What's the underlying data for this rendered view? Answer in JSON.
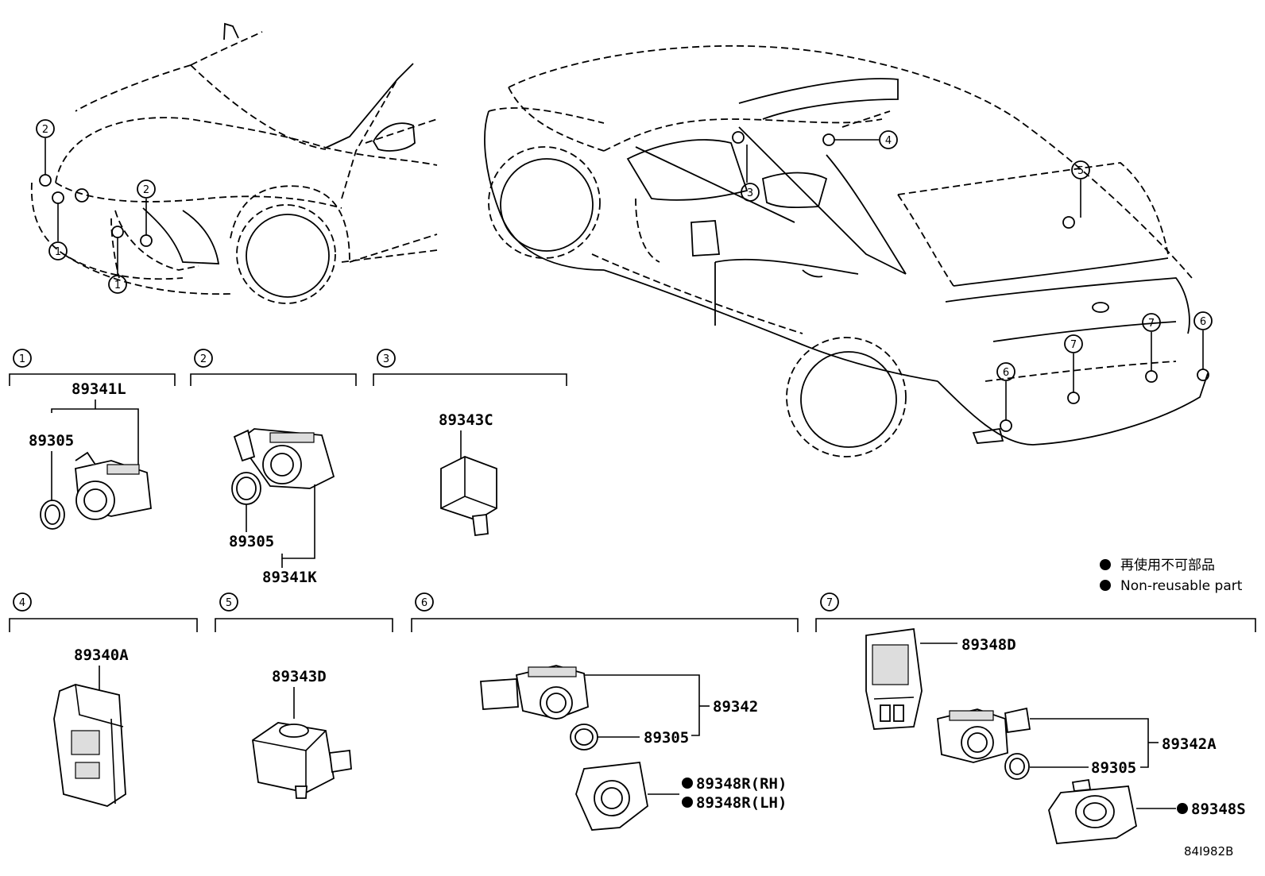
{
  "callouts": {
    "c1": "1",
    "c2": "2",
    "c3": "3",
    "c4": "4",
    "c5": "5",
    "c6": "6",
    "c7": "7"
  },
  "groups": {
    "g1": {
      "number": "1",
      "parts": [
        "89341L",
        "89305"
      ]
    },
    "g2": {
      "number": "2",
      "parts": [
        "89305",
        "89341K"
      ]
    },
    "g3": {
      "number": "3",
      "parts": [
        "89343C"
      ]
    },
    "g4": {
      "number": "4",
      "parts": [
        "89340A"
      ]
    },
    "g5": {
      "number": "5",
      "parts": [
        "89343D"
      ]
    },
    "g6": {
      "number": "6",
      "parts": [
        "89342",
        "89305",
        "89348R(RH)",
        "89348R(LH)"
      ]
    },
    "g7": {
      "number": "7",
      "parts": [
        "89348D",
        "89342A",
        "89305",
        "89348S"
      ]
    }
  },
  "legend": {
    "japanese": "再使用不可部品",
    "english": "Non-reusable part"
  },
  "diagram_code": "84I982B"
}
